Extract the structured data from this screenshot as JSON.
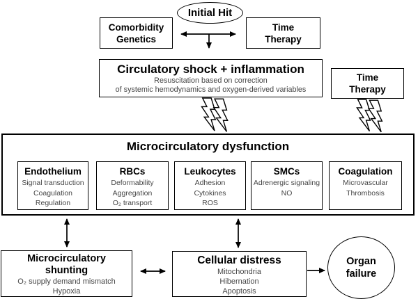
{
  "diagram_title": "Initial Hit pathway to organ failure",
  "colors": {
    "line": "#000000",
    "heading_text": "#000000",
    "secondary_text": "#454545",
    "background": "#ffffff"
  },
  "icons": {
    "bolt": "lightning-bolt",
    "arrow": "double-headed-arrow"
  },
  "top": {
    "initial_hit": "Initial Hit",
    "comorbidity_box": {
      "line1": "Comorbidity",
      "line2": "Genetics"
    },
    "time_therapy_top": {
      "line1": "Time",
      "line2": "Therapy"
    }
  },
  "shock_box": {
    "title": "Circulatory shock + inflammation",
    "subtitle_line1": "Resuscitation based on correction",
    "subtitle_line2": "of systemic hemodynamics and oxygen-derived variables"
  },
  "time_therapy_right": {
    "line1": "Time",
    "line2": "Therapy"
  },
  "dysfunction": {
    "title": "Microcirculatory dysfunction",
    "boxes": [
      {
        "title": "Endothelium",
        "items": [
          "Signal transduction",
          "Coagulation",
          "Regulation"
        ]
      },
      {
        "title": "RBCs",
        "items": [
          "Deformability",
          "Aggregation",
          "O₂ transport"
        ]
      },
      {
        "title": "Leukocytes",
        "items": [
          "Adhesion",
          "Cytokines",
          "ROS"
        ]
      },
      {
        "title": "SMCs",
        "items": [
          "Adrenergic signaling",
          "NO"
        ]
      },
      {
        "title": "Coagulation",
        "items": [
          "Microvascular",
          "Thrombosis"
        ]
      }
    ]
  },
  "shunting_box": {
    "title_line1": "Microcirculatory",
    "title_line2": "shunting",
    "items": [
      "O₂ supply demand mismatch",
      "Hypoxia"
    ]
  },
  "cellular_box": {
    "title": "Cellular distress",
    "items": [
      "Mitochondria",
      "Hibernation",
      "Apoptosis"
    ]
  },
  "organ_failure": {
    "line1": "Organ",
    "line2": "failure"
  },
  "connections": [
    {
      "from": "comorbidity-genetics",
      "to": "time-therapy-top",
      "type": "double-arrow"
    },
    {
      "from": "initial-hit-junction",
      "to": "circulatory-shock",
      "type": "arrow"
    },
    {
      "from": "circulatory-shock",
      "to": "microcirculatory-dysfunction",
      "type": "lightning-bolts"
    },
    {
      "from": "time-therapy-right",
      "to": "microcirculatory-dysfunction",
      "type": "lightning-bolts"
    },
    {
      "from": "microcirculatory-dysfunction",
      "to": "microcirculatory-shunting",
      "type": "double-arrow"
    },
    {
      "from": "microcirculatory-dysfunction",
      "to": "cellular-distress",
      "type": "double-arrow"
    },
    {
      "from": "microcirculatory-shunting",
      "to": "cellular-distress",
      "type": "double-arrow"
    },
    {
      "from": "cellular-distress",
      "to": "organ-failure",
      "type": "arrow"
    }
  ]
}
